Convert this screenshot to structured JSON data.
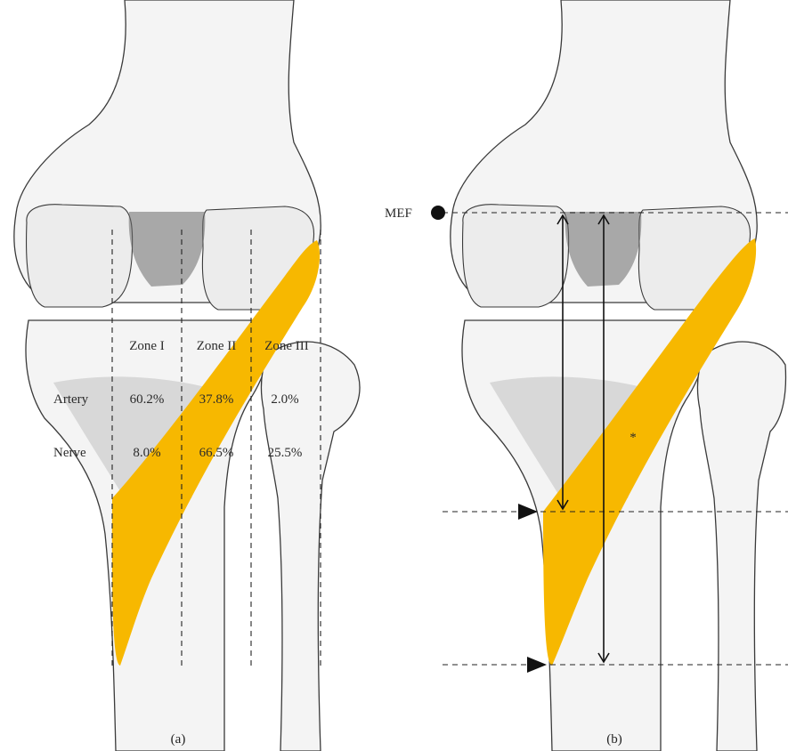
{
  "panel_a": {
    "caption": "(a)",
    "zones": [
      "Zone I",
      "Zone II",
      "Zone III"
    ],
    "rows": [
      {
        "label": "Artery",
        "values": [
          "60.2%",
          "37.8%",
          "2.0%"
        ]
      },
      {
        "label": "Nerve",
        "values": [
          "8.0%",
          "66.5%",
          "25.5%"
        ]
      }
    ]
  },
  "panel_b": {
    "caption": "(b)",
    "mef_label": "MEF",
    "asterisk": "*"
  },
  "colors": {
    "highlight": "#f7b800",
    "bone_fill": "#f4f4f4",
    "outline": "#3a3a3a"
  }
}
